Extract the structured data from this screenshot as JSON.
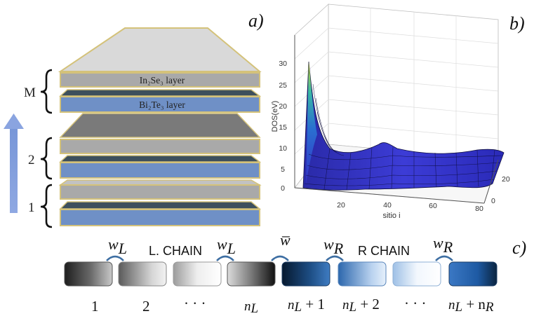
{
  "panel_labels": [
    "a)",
    "b)",
    "c)"
  ],
  "stack": {
    "layer_in2se3": "In₂Se₃ layer",
    "layer_bi2te3": "Bi₂Te₃ layer",
    "group_labels": [
      "M",
      "2",
      "1"
    ]
  },
  "plot": {
    "zlabel": "DOS(eV)",
    "xlabel": "sitio i",
    "z_ticks": [
      "0",
      "5",
      "10",
      "15",
      "20",
      "25",
      "30"
    ],
    "x_ticks": [
      "20",
      "40",
      "60",
      "80"
    ],
    "y_ticks": [
      "0",
      "20"
    ]
  },
  "chain": {
    "left_label": "L. CHAIN",
    "right_label": "R CHAIN",
    "couplings": [
      "w",
      "L",
      "w",
      "L",
      "w̅",
      "w",
      "R",
      "w",
      "R"
    ],
    "indices": [
      "1",
      "2",
      "· · ·",
      "n",
      "L",
      "n",
      "L",
      " + 1",
      "n",
      "L",
      " + 2",
      "· · ·",
      "n",
      "L",
      " + n",
      "R"
    ]
  }
}
